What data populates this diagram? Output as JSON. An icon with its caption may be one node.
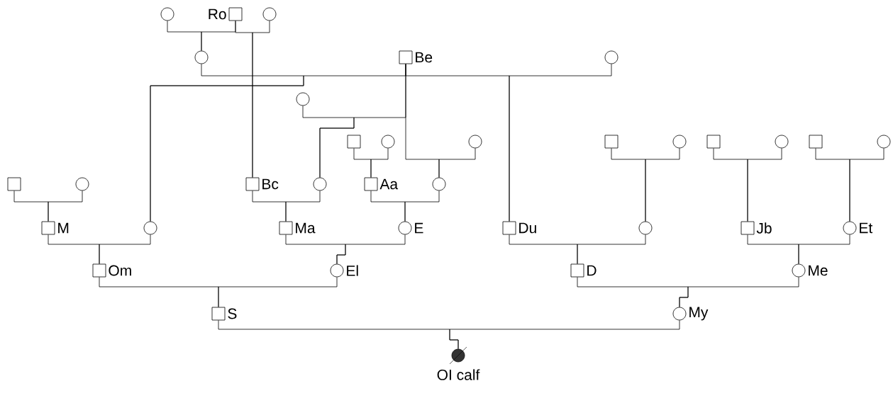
{
  "diagram": {
    "nodes": [
      {
        "text": [],
        "shape": "circle"
      },
      {
        "text": [],
        "shape": "box",
        "beside": [
          "Ro"
        ]
      },
      {
        "text": [],
        "shape": "circle"
      },
      {
        "text": [],
        "shape": "circle"
      },
      {
        "text": [],
        "shape": "box",
        "beside": [
          "Be"
        ]
      },
      {
        "text": [],
        "shape": "circle"
      },
      {
        "text": [],
        "shape": "circle"
      },
      {
        "text": [],
        "shape": "box"
      },
      {
        "text": [],
        "shape": "circle"
      },
      {
        "text": [],
        "shape": "circle"
      },
      {
        "text": [],
        "shape": "box"
      },
      {
        "text": [],
        "shape": "circle"
      },
      {
        "text": [],
        "shape": "box"
      },
      {
        "text": [],
        "shape": "circle"
      },
      {
        "text": [],
        "shape": "box"
      },
      {
        "text": [],
        "shape": "circle"
      },
      {
        "text": [],
        "shape": "box"
      },
      {
        "text": [],
        "shape": "circle"
      },
      {
        "text": [],
        "shape": "box",
        "beside": [
          "Bc"
        ]
      },
      {
        "text": [],
        "shape": "circle"
      },
      {
        "text": [],
        "shape": "box",
        "beside": [
          "Aa"
        ]
      },
      {
        "text": [],
        "shape": "circle"
      },
      {
        "text": [],
        "shape": "box",
        "beside": [
          "M"
        ]
      },
      {
        "text": [],
        "shape": "circle"
      },
      {
        "text": [],
        "shape": "box",
        "beside": [
          "Ma"
        ]
      },
      {
        "text": [],
        "shape": "circle",
        "beside": [
          "E"
        ]
      },
      {
        "text": [],
        "shape": "box",
        "beside": [
          "Du"
        ]
      },
      {
        "text": [],
        "shape": "circle"
      },
      {
        "text": [],
        "shape": "box",
        "beside": [
          "Jb"
        ]
      },
      {
        "text": [],
        "shape": "circle",
        "beside": [
          "Et"
        ]
      },
      {
        "text": [],
        "shape": "box",
        "beside": [
          "Om"
        ]
      },
      {
        "text": [],
        "shape": "circle",
        "beside": [
          "El"
        ]
      },
      {
        "text": [],
        "shape": "box",
        "beside": [
          "D"
        ]
      },
      {
        "text": [],
        "shape": "circle",
        "beside": [
          "Me"
        ]
      },
      {
        "text": [],
        "shape": "box",
        "beside": [
          "S"
        ]
      },
      {
        "text": [],
        "shape": "circle",
        "beside": [
          "My"
        ]
      },
      {
        "text": [],
        "shape": "circle",
        "beside": [
          "OI calf"
        ]
      }
    ],
    "edges": [
      {
        "from": 0,
        "to": 3,
        "arrow": "none"
      },
      {
        "from": 1,
        "to": 3,
        "arrow": "none"
      },
      {
        "from": 1,
        "to": 18,
        "arrow": "none"
      },
      {
        "from": 2,
        "to": 18,
        "arrow": "none"
      },
      {
        "from": 3,
        "to": 23,
        "arrow": "none"
      },
      {
        "from": 4,
        "to": 23,
        "arrow": "none"
      },
      {
        "from": 4,
        "to": 26,
        "arrow": "none"
      },
      {
        "from": 5,
        "to": 26,
        "arrow": "none"
      },
      {
        "from": 6,
        "to": 19,
        "arrow": "none"
      },
      {
        "from": 4,
        "to": 19,
        "arrow": "none"
      },
      {
        "from": 4,
        "to": 21,
        "arrow": "none"
      },
      {
        "from": 9,
        "to": 21,
        "arrow": "none"
      },
      {
        "from": 7,
        "to": 20,
        "arrow": "none"
      },
      {
        "from": 8,
        "to": 20,
        "arrow": "none"
      },
      {
        "from": 10,
        "to": 27,
        "arrow": "none"
      },
      {
        "from": 11,
        "to": 27,
        "arrow": "none"
      },
      {
        "from": 12,
        "to": 28,
        "arrow": "none"
      },
      {
        "from": 13,
        "to": 28,
        "arrow": "none"
      },
      {
        "from": 14,
        "to": 29,
        "arrow": "none"
      },
      {
        "from": 15,
        "to": 29,
        "arrow": "none"
      },
      {
        "from": 16,
        "to": 22,
        "arrow": "none"
      },
      {
        "from": 17,
        "to": 22,
        "arrow": "none"
      },
      {
        "from": 18,
        "to": 24,
        "arrow": "none"
      },
      {
        "from": 19,
        "to": 24,
        "arrow": "none"
      },
      {
        "from": 20,
        "to": 25,
        "arrow": "none"
      },
      {
        "from": 21,
        "to": 25,
        "arrow": "none"
      },
      {
        "from": 22,
        "to": 30,
        "arrow": "none"
      },
      {
        "from": 23,
        "to": 30,
        "arrow": "none"
      },
      {
        "from": 24,
        "to": 31,
        "arrow": "none"
      },
      {
        "from": 25,
        "to": 31,
        "arrow": "none"
      },
      {
        "from": 26,
        "to": 32,
        "arrow": "none"
      },
      {
        "from": 27,
        "to": 32,
        "arrow": "none"
      },
      {
        "from": 28,
        "to": 33,
        "arrow": "none"
      },
      {
        "from": 29,
        "to": 33,
        "arrow": "none"
      },
      {
        "from": 30,
        "to": 34,
        "arrow": "none"
      },
      {
        "from": 31,
        "to": 34,
        "arrow": "none"
      },
      {
        "from": 32,
        "to": 35,
        "arrow": "none"
      },
      {
        "from": 33,
        "to": 35,
        "arrow": "none"
      },
      {
        "from": 34,
        "to": 36,
        "arrow": "none"
      },
      {
        "from": 35,
        "to": 36,
        "arrow": "none"
      }
    ]
  }
}
